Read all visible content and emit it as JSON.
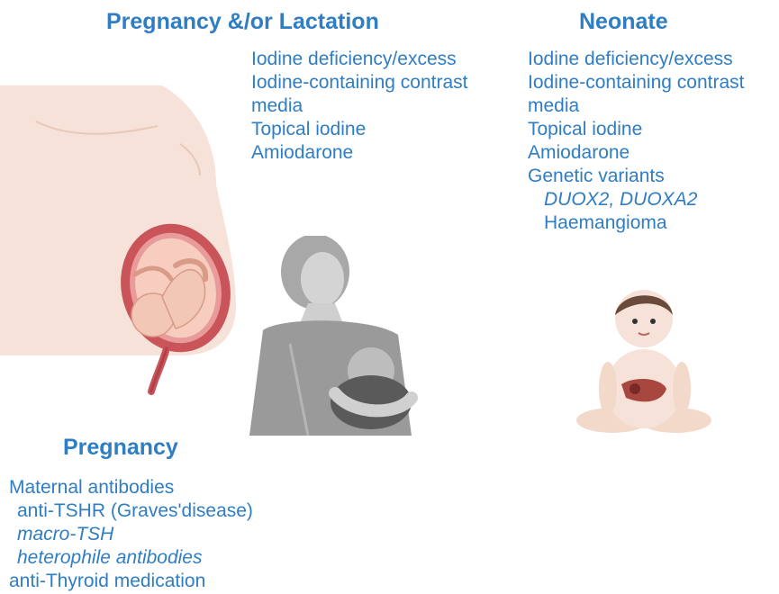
{
  "headings": {
    "pregnancy_lactation": "Pregnancy &/or Lactation",
    "neonate": "Neonate",
    "pregnancy": "Pregnancy"
  },
  "pregnancy_lactation_items": [
    "Iodine deficiency/excess",
    "Iodine-containing contrast",
    "media",
    "Topical iodine",
    "Amiodarone"
  ],
  "neonate_items": [
    "Iodine deficiency/excess",
    "Iodine-containing contrast",
    "media",
    "Topical iodine",
    "Amiodarone",
    "Genetic variants",
    "DUOX2, DUOXA2",
    "Haemangioma"
  ],
  "pregnancy_items": [
    "Maternal antibodies",
    "anti-TSHR (Graves'disease)",
    "macro-TSH",
    "heterophile antibodies",
    "anti-Thyroid medication"
  ],
  "colors": {
    "text_blue": "#2f7dc2",
    "skin": "#f6e2d8",
    "uterus": "#c9545a"
  }
}
